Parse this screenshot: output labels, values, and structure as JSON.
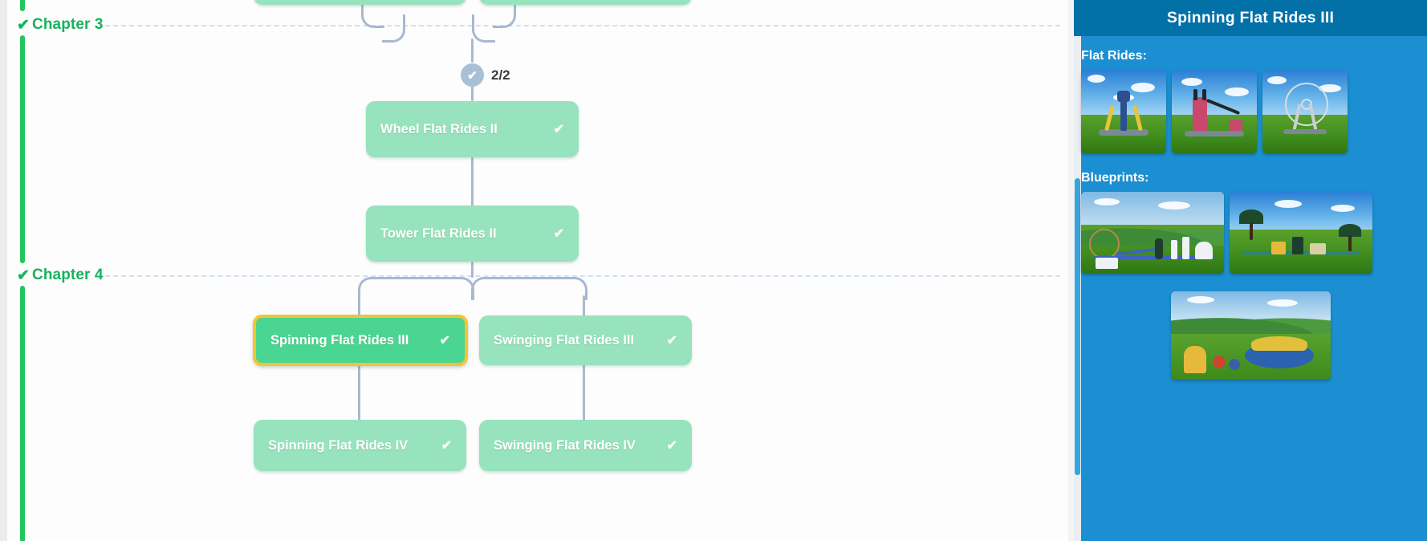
{
  "chapters": [
    {
      "id": "chapter-3",
      "label": "Chapter 3",
      "check": "✔",
      "color": "#16b35c"
    },
    {
      "id": "chapter-4",
      "label": "Chapter 4",
      "check": "✔",
      "color": "#16b35c"
    }
  ],
  "progress": {
    "circle_check": "✔",
    "text": "2/2"
  },
  "nodes": [
    {
      "id": "node-top-left",
      "title": "",
      "check": "",
      "state": "completed",
      "partial": true
    },
    {
      "id": "node-top-right",
      "title": "",
      "check": "",
      "state": "completed",
      "partial": true
    },
    {
      "id": "node-wheel-ii",
      "title": "Wheel Flat Rides II",
      "check": "✔",
      "state": "completed"
    },
    {
      "id": "node-tower-ii",
      "title": "Tower Flat Rides II",
      "check": "✔",
      "state": "completed"
    },
    {
      "id": "node-spinning-iii",
      "title": "Spinning Flat Rides III",
      "check": "✔",
      "state": "selected"
    },
    {
      "id": "node-swinging-iii",
      "title": "Swinging Flat Rides III",
      "check": "✔",
      "state": "completed"
    },
    {
      "id": "node-spinning-iv",
      "title": "Spinning Flat Rides IV",
      "check": "✔",
      "state": "completed"
    },
    {
      "id": "node-swinging-iv",
      "title": "Swinging Flat Rides IV",
      "check": "✔",
      "state": "completed"
    }
  ],
  "panel": {
    "title": "Spinning Flat Rides III",
    "sections": [
      {
        "id": "flat-rides",
        "label": "Flat Rides:",
        "thumb_count": 3
      },
      {
        "id": "blueprints",
        "label": "Blueprints:",
        "thumb_count": 3
      }
    ],
    "header_color": "#0271a8",
    "body_color": "#1b8fd1",
    "scrollbar_color": "#38a4dd"
  },
  "theme": {
    "node_completed": "#97e3bd",
    "node_selected": "#4bd592",
    "node_selected_border": "#f5c431",
    "connector": "#a8b9cf",
    "chapter_green": "#22c55e",
    "chapter_dash": "#cfe0f2",
    "canvas_bg": "#fdfdfd"
  }
}
